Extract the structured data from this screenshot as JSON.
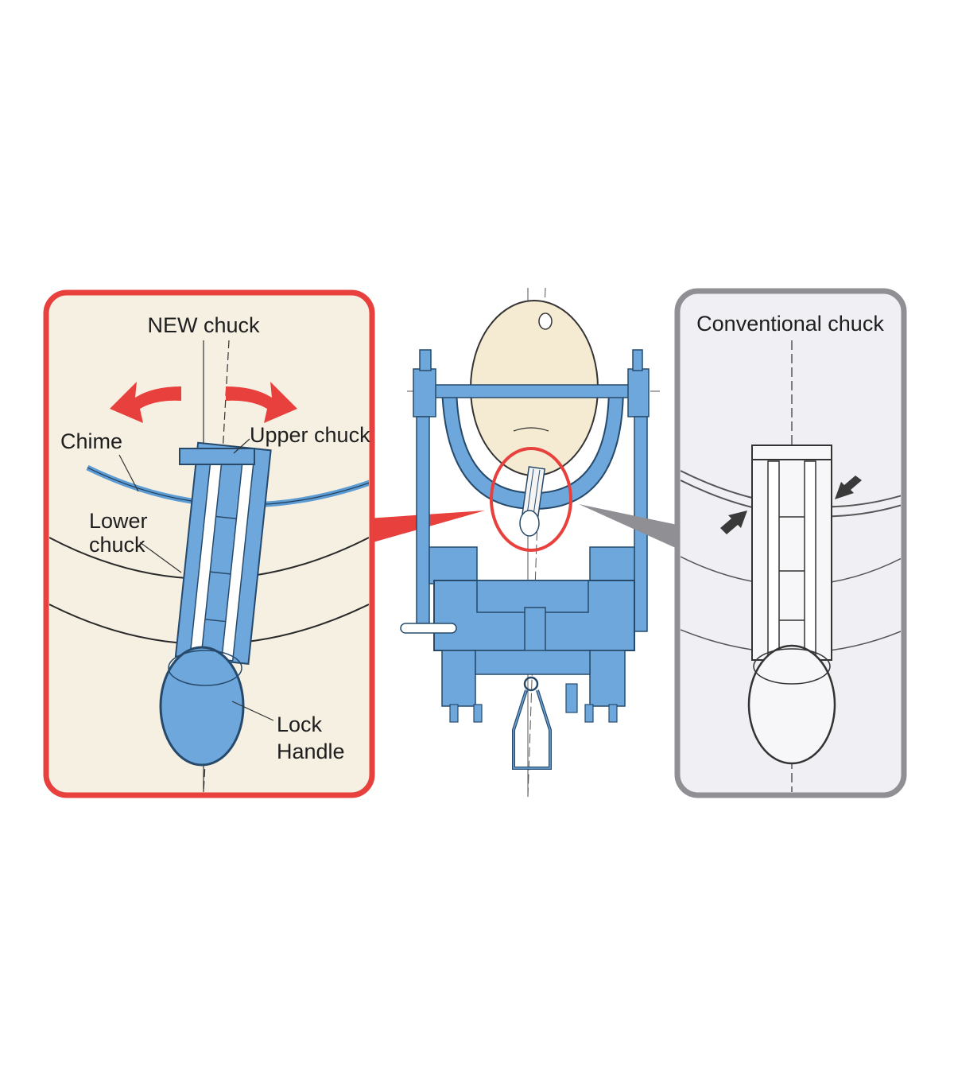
{
  "new_panel": {
    "title": "NEW chuck",
    "labels": {
      "chime": "Chime",
      "upper_chuck": "Upper chuck",
      "lower_chuck_line1": "Lower",
      "lower_chuck_line2": "chuck",
      "lock_handle_line1": "Lock",
      "lock_handle_line2": "Handle"
    }
  },
  "conventional_panel": {
    "title": "Conventional chuck"
  },
  "colors": {
    "accent_red": "#e8403c",
    "frame_gray": "#8f8f94",
    "machine_blue": "#6ea7dc",
    "new_panel_bg": "#f6f0e3",
    "conventional_panel_bg": "#f0eff4",
    "drum_fill": "#f4ebd2"
  }
}
